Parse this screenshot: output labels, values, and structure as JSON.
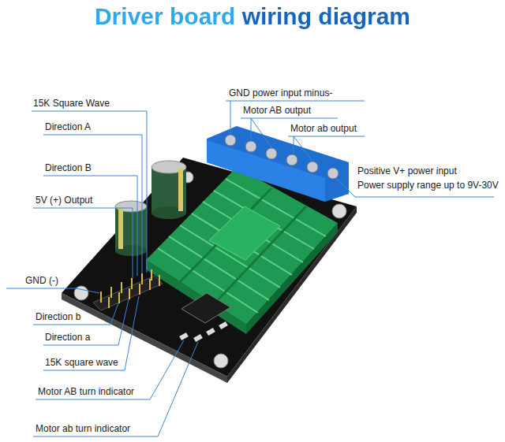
{
  "diagram": {
    "title": "Driver board wiring diagram",
    "labels": [
      "15K Square Wave",
      "Direction A",
      "Direction B",
      "5V (+) Output",
      "GND (-)",
      "Direction b",
      "Direction a",
      "15K square wave",
      "Motor AB turn indicator",
      "Motor ab turn indicator",
      "GND power input minus-",
      "Motor AB output",
      "Motor ab output",
      "Positive V+ power input",
      "Power supply range up to 9V-30V"
    ]
  }
}
